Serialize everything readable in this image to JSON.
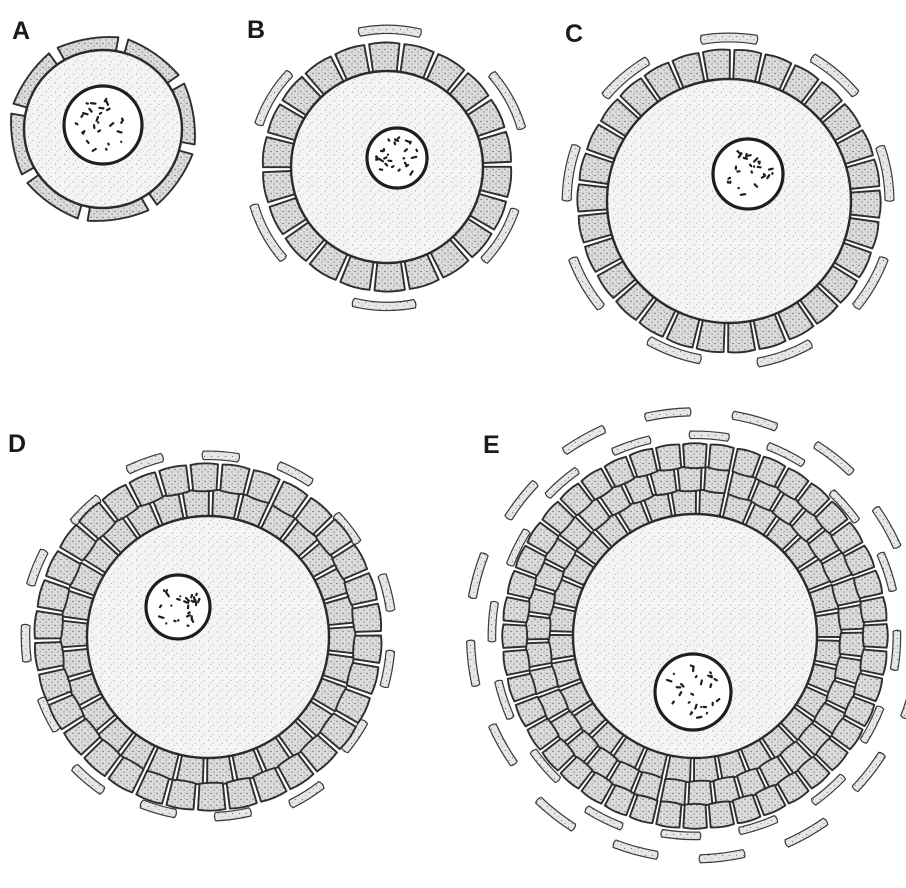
{
  "figure": {
    "panels": [
      {
        "label": "A",
        "granulosa_layers": 1,
        "granulosa_shape": "flattened",
        "theca_cells": false
      },
      {
        "label": "B",
        "granulosa_layers": 1,
        "granulosa_shape": "cuboidal",
        "theca_cells": true
      },
      {
        "label": "C",
        "granulosa_layers": 1,
        "granulosa_shape": "cuboidal",
        "theca_cells": true
      },
      {
        "label": "D",
        "granulosa_layers": 2,
        "granulosa_shape": "cuboidal",
        "theca_cells": true
      },
      {
        "label": "E",
        "granulosa_layers": 3,
        "granulosa_shape": "cuboidal",
        "theca_cells": true
      }
    ]
  },
  "colors": {
    "ink": "#1e1e1e",
    "paper": "#ffffff"
  }
}
